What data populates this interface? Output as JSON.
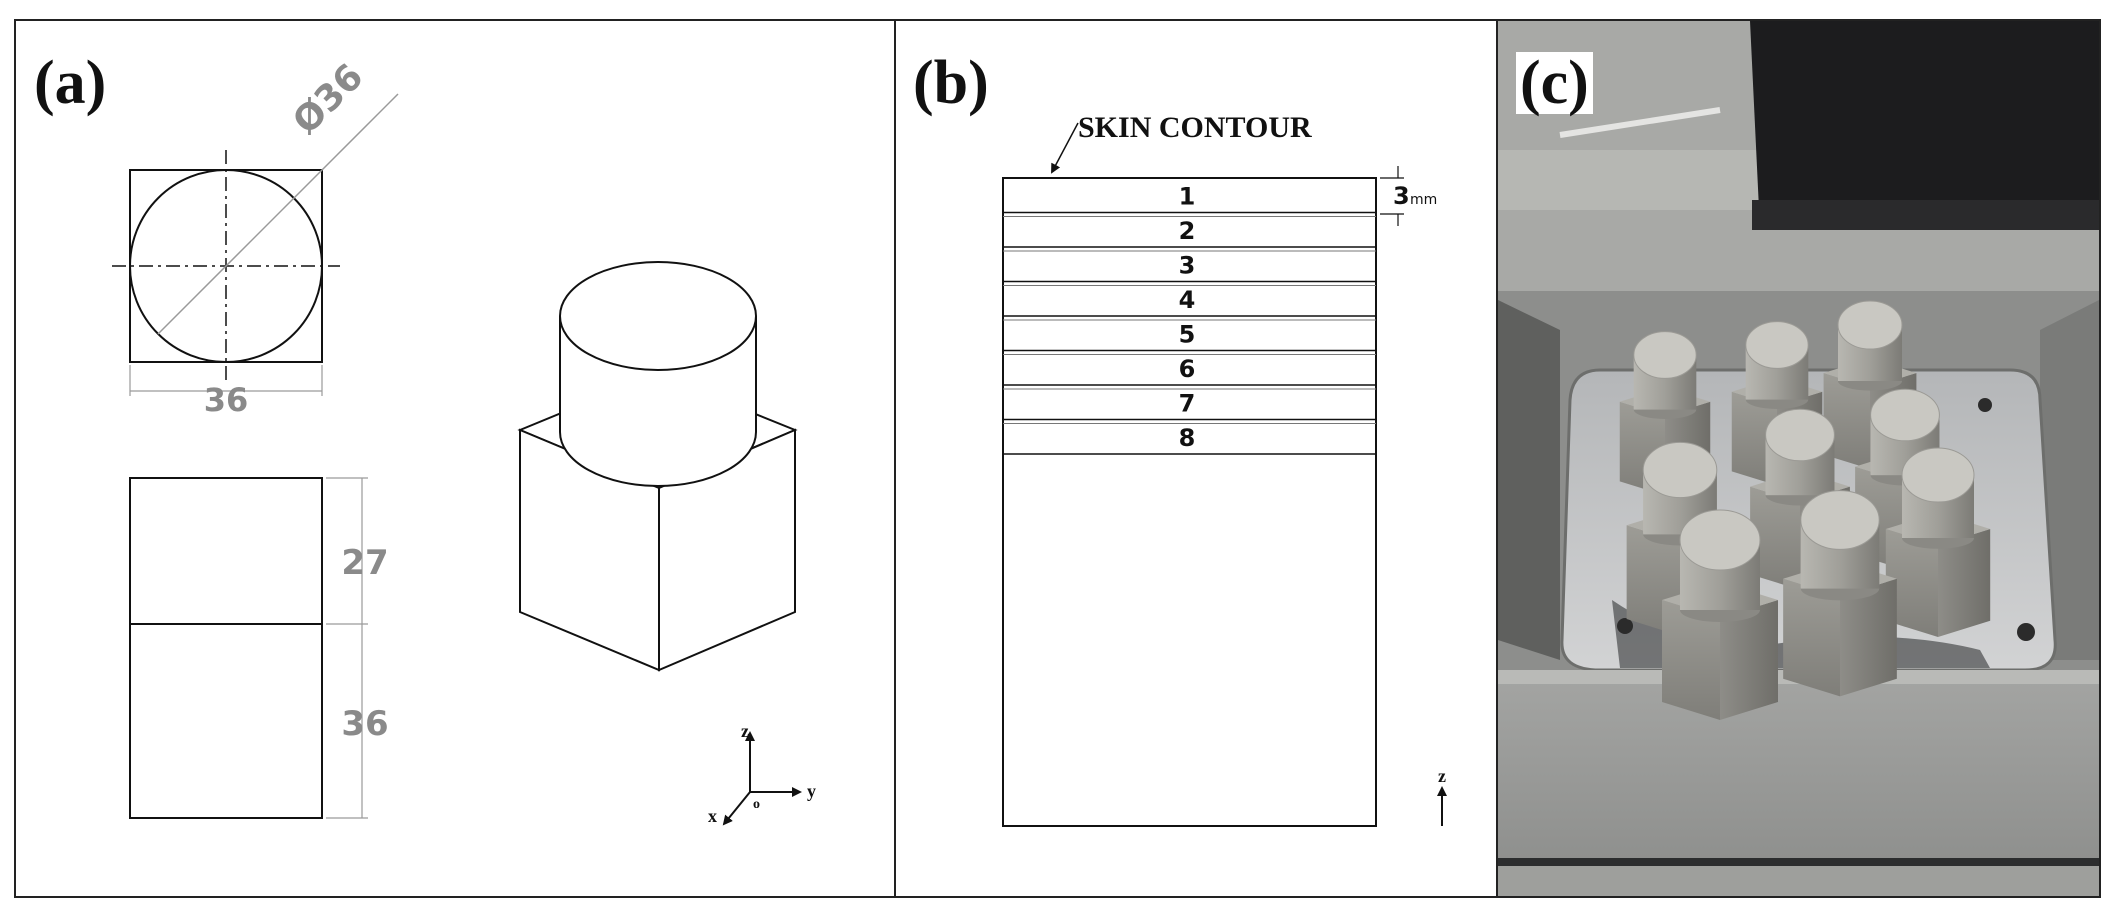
{
  "panels": {
    "a": {
      "label": "(a)",
      "dim_diameter": "Ø36",
      "dim_width": "36",
      "dim_upper_height": "27",
      "dim_lower_height": "36",
      "axis_z": "z",
      "axis_y": "y",
      "axis_x": "x",
      "axis_origin": "o"
    },
    "b": {
      "label": "(b)",
      "skin_label": "SKIN CONTOUR",
      "layer_thickness": "3",
      "layer_unit": "mm",
      "segments": [
        "1",
        "2",
        "3",
        "4",
        "5",
        "6",
        "7",
        "8"
      ],
      "axis_z": "z"
    },
    "c": {
      "label": "(c)"
    }
  },
  "colors": {
    "line": "#111111",
    "dimension": "#8a8a8a",
    "metal": "#a7a6a0",
    "machine_dark": "#1c1c1e"
  }
}
